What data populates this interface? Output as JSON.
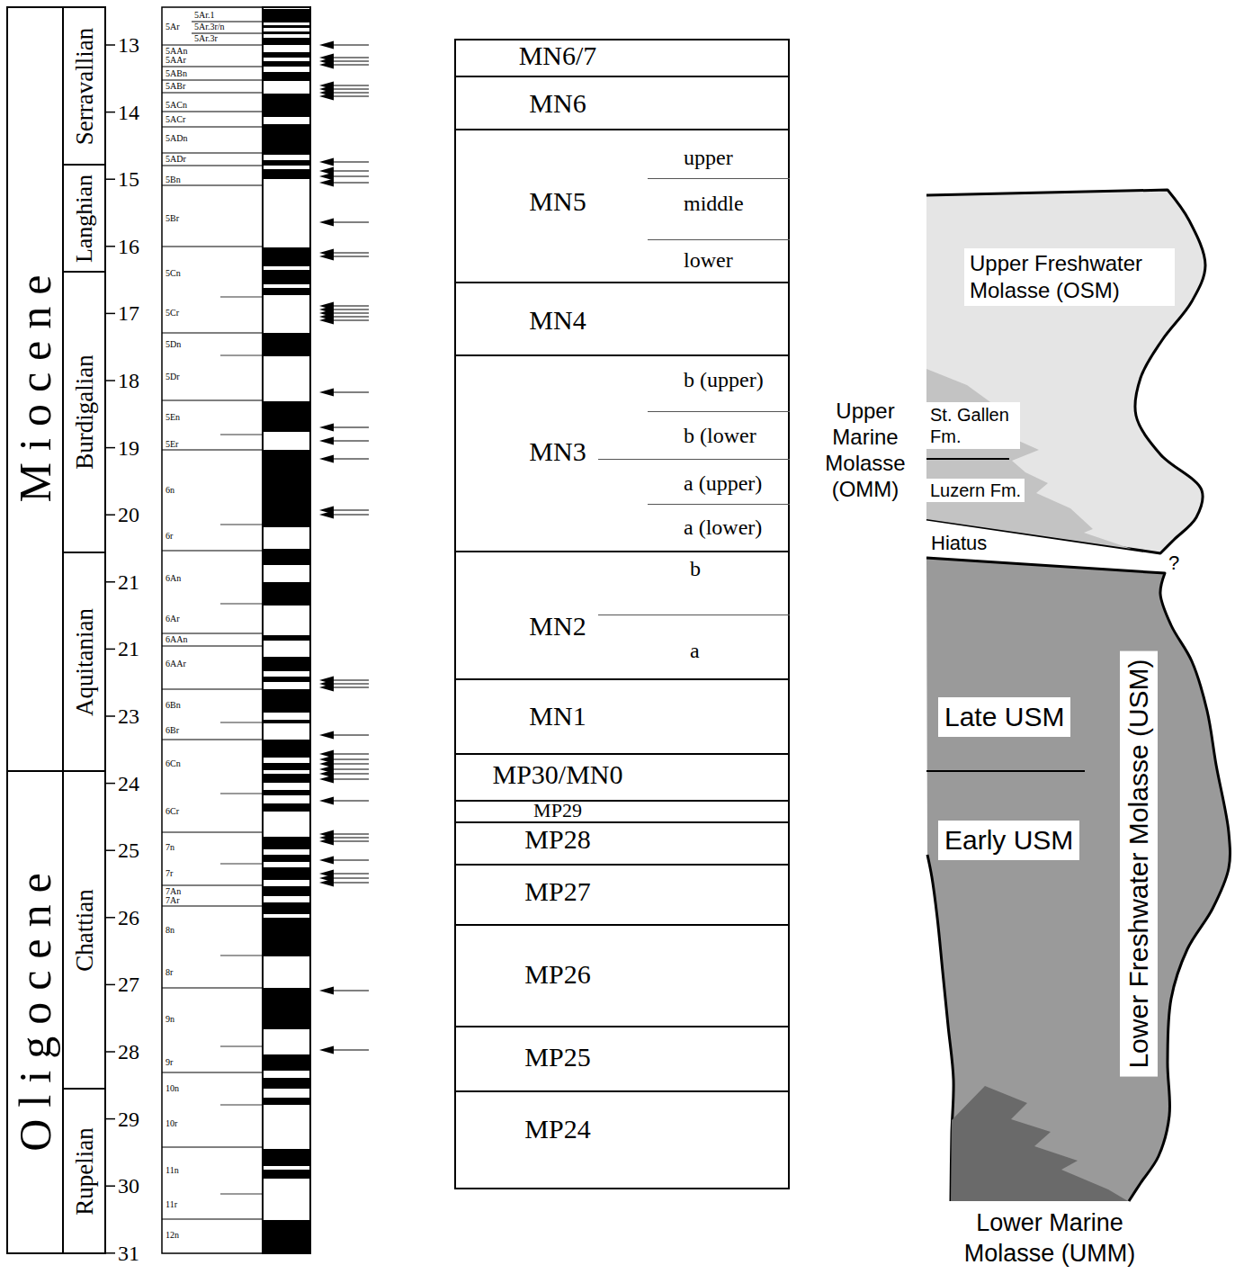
{
  "diagram": {
    "nodes": [
      {
        "text": [
          "MN6/7"
        ]
      },
      {
        "text": [
          "MN6"
        ]
      },
      {
        "text": [
          "MN5"
        ]
      },
      {
        "text": [
          "upper"
        ],
        "in": 2
      },
      {
        "text": [
          "middle"
        ],
        "in": 2
      },
      {
        "text": [
          "lower"
        ],
        "in": 2
      },
      {
        "text": [
          "MN4"
        ]
      },
      {
        "text": [
          "MN3"
        ]
      },
      {
        "text": [
          "b (upper)"
        ],
        "in": 7
      },
      {
        "text": [
          "b (lower"
        ],
        "in": 7
      },
      {
        "text": [
          "a (upper)"
        ],
        "in": 7
      },
      {
        "text": [
          "a (lower)"
        ],
        "in": 7
      },
      {
        "text": [
          "MN2"
        ]
      },
      {
        "text": [
          "b"
        ],
        "in": 12
      },
      {
        "text": [
          "a"
        ],
        "in": 12
      },
      {
        "text": [
          "MN1"
        ]
      },
      {
        "text": [
          "MP30/MN0"
        ]
      },
      {
        "text": [
          "MP29"
        ]
      },
      {
        "text": [
          "MP28"
        ]
      },
      {
        "text": [
          "MP27"
        ]
      },
      {
        "text": [
          "MP26"
        ]
      },
      {
        "text": [
          "MP25"
        ]
      },
      {
        "text": [
          "MP24"
        ]
      },
      {
        "text": [
          "Upper Freshwater Molasse (OSM)"
        ]
      },
      {
        "text": [
          "Upper Marine Molasse (OMM)",
          "St. Gallen Fm.",
          "Luzern Fm."
        ],
        "in": 23
      },
      {
        "text": [
          "Late USM",
          "Early USM",
          "Lower Freshwater Molasse (USM)"
        ]
      },
      {
        "text": [
          "Lower Marine Molasse (UMM)"
        ],
        "in": 25
      }
    ],
    "labels": [
      "Miocene",
      "Oligocene",
      "Serravallian",
      "Langhian",
      "Burdigalian",
      "Aquitanian",
      "Chattian",
      "Rupelian",
      "13",
      "14",
      "15",
      "16",
      "17",
      "18",
      "19",
      "20",
      "21",
      "21",
      "23",
      "24",
      "25",
      "26",
      "27",
      "28",
      "29",
      "30",
      "31",
      "5Ar",
      "5Ar.1",
      "5Ar.3r/n",
      "5Ar.3r",
      "5AAn",
      "5AAr",
      "5ABn",
      "5ABr",
      "5ACn",
      "5ACr",
      "5ADn",
      "5ADr",
      "5Bn",
      "5Br",
      "5Cn",
      "5Cr",
      "5Dn",
      "5Dr",
      "5En",
      "5Er",
      "6n",
      "6r",
      "6An",
      "6Ar",
      "6AAn",
      "6AAr",
      "6Bn",
      "6Br",
      "6Cn",
      "6Cr",
      "7n",
      "7r",
      "7An",
      "7Ar",
      "8n",
      "8r",
      "9n",
      "9r",
      "10n",
      "10r",
      "11n",
      "11r",
      "12n",
      "Hiatus",
      "?"
    ]
  }
}
